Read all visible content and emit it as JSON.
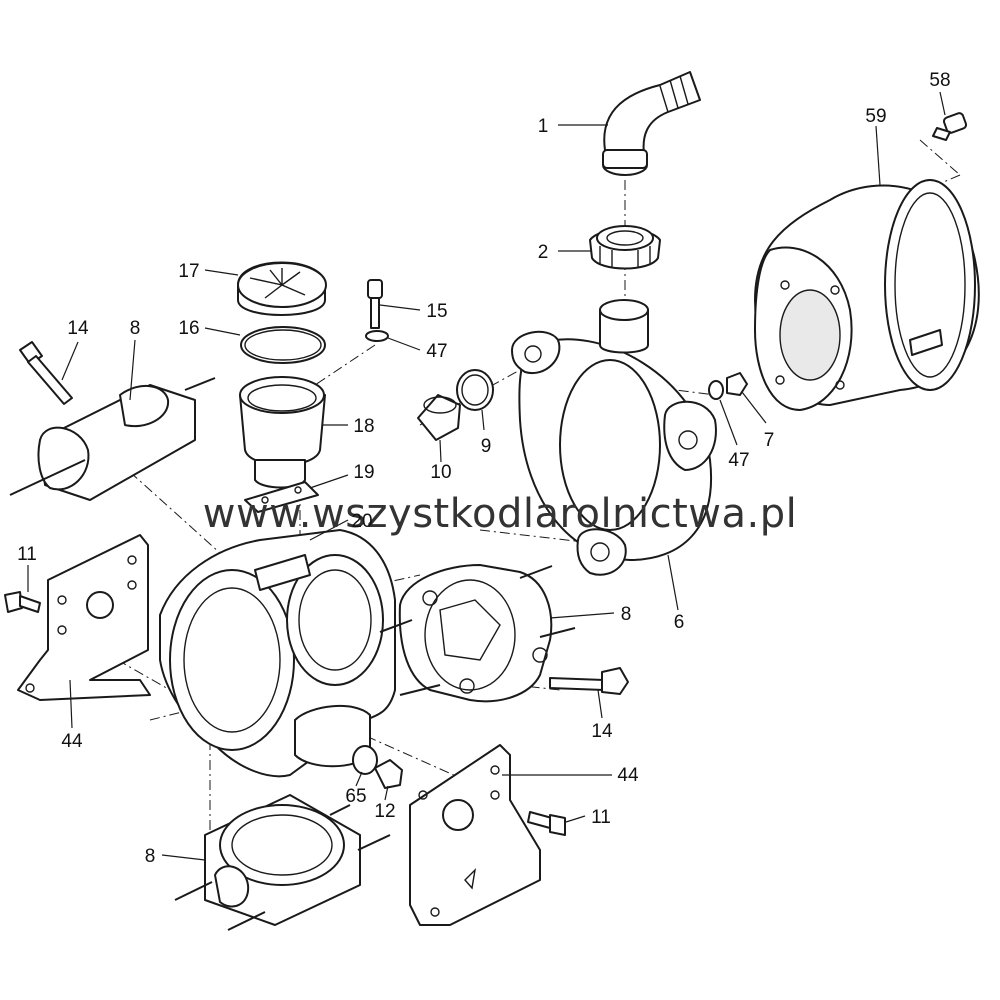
{
  "watermark": "www.wszystkodlarolnictwa.pl",
  "callouts": [
    {
      "id": "c1",
      "label": "1"
    },
    {
      "id": "c2",
      "label": "2"
    },
    {
      "id": "c58",
      "label": "58"
    },
    {
      "id": "c59",
      "label": "59"
    },
    {
      "id": "c17",
      "label": "17"
    },
    {
      "id": "c15",
      "label": "15"
    },
    {
      "id": "c16",
      "label": "16"
    },
    {
      "id": "c47a",
      "label": "47"
    },
    {
      "id": "c14a",
      "label": "14"
    },
    {
      "id": "c8a",
      "label": "8"
    },
    {
      "id": "c18",
      "label": "18"
    },
    {
      "id": "c9",
      "label": "9"
    },
    {
      "id": "c10",
      "label": "10"
    },
    {
      "id": "c47b",
      "label": "47"
    },
    {
      "id": "c7",
      "label": "7"
    },
    {
      "id": "c19",
      "label": "19"
    },
    {
      "id": "c20",
      "label": "20"
    },
    {
      "id": "c11a",
      "label": "11"
    },
    {
      "id": "c8b",
      "label": "8"
    },
    {
      "id": "c6",
      "label": "6"
    },
    {
      "id": "c14b",
      "label": "14"
    },
    {
      "id": "c44a",
      "label": "44"
    },
    {
      "id": "c44b",
      "label": "44"
    },
    {
      "id": "c65",
      "label": "65"
    },
    {
      "id": "c12",
      "label": "12"
    },
    {
      "id": "c11b",
      "label": "11"
    },
    {
      "id": "c8c",
      "label": "8"
    }
  ]
}
